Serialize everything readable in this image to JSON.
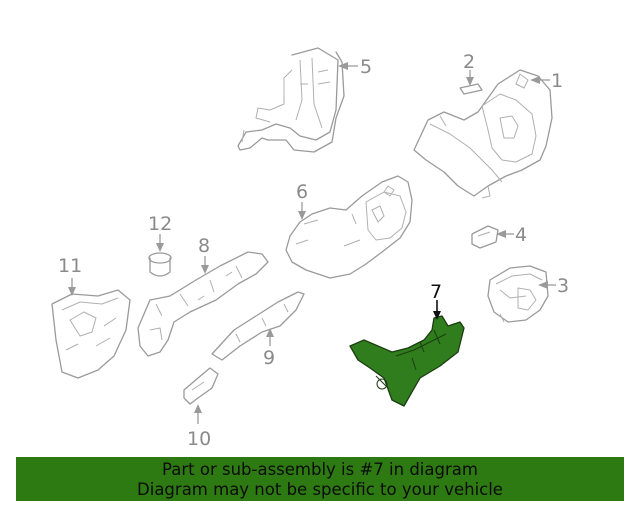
{
  "diagram": {
    "highlight_color": "#2f7d1c",
    "callouts": [
      {
        "id": "1",
        "label": "1"
      },
      {
        "id": "2",
        "label": "2"
      },
      {
        "id": "3",
        "label": "3"
      },
      {
        "id": "4",
        "label": "4"
      },
      {
        "id": "5",
        "label": "5"
      },
      {
        "id": "6",
        "label": "6"
      },
      {
        "id": "7",
        "label": "7",
        "highlighted": true
      },
      {
        "id": "8",
        "label": "8"
      },
      {
        "id": "9",
        "label": "9"
      },
      {
        "id": "10",
        "label": "10"
      },
      {
        "id": "11",
        "label": "11"
      },
      {
        "id": "12",
        "label": "12"
      }
    ]
  },
  "banner": {
    "background_color": "#2d7a12",
    "line1": "Part or sub-assembly is #7 in diagram",
    "line2": "Diagram may not be specific to your vehicle"
  }
}
